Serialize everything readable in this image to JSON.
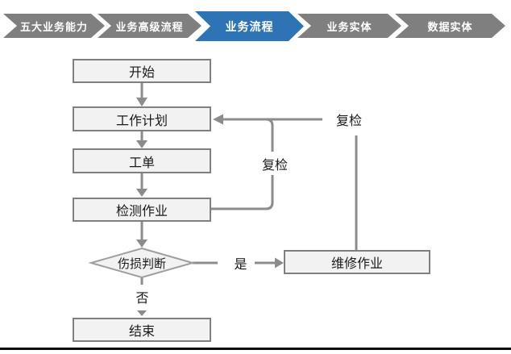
{
  "breadcrumb": {
    "items": [
      {
        "label": "五大业务能力",
        "active": false
      },
      {
        "label": "业务高级流程",
        "active": false
      },
      {
        "label": "业务流程",
        "active": true
      },
      {
        "label": "业务实体",
        "active": false
      },
      {
        "label": "数据实体",
        "active": false
      }
    ],
    "colors": {
      "inactive": "#7F7F7F",
      "active": "#2E74B5",
      "text": "#FFFFFF"
    }
  },
  "flowchart": {
    "nodes": {
      "start": "开始",
      "plan": "工作计划",
      "order": "工单",
      "inspect": "检测作业",
      "decision": "伤损判断",
      "repair": "维修作业",
      "end": "结束"
    },
    "edge_labels": {
      "recheck_inner": "复检",
      "recheck_outer": "复检",
      "yes": "是",
      "no": "否"
    },
    "colors": {
      "node_fill": "#F2F2F2",
      "node_border": "#7F7F7F",
      "connector": "#8C8C8C",
      "text": "#1A1A1A"
    }
  }
}
